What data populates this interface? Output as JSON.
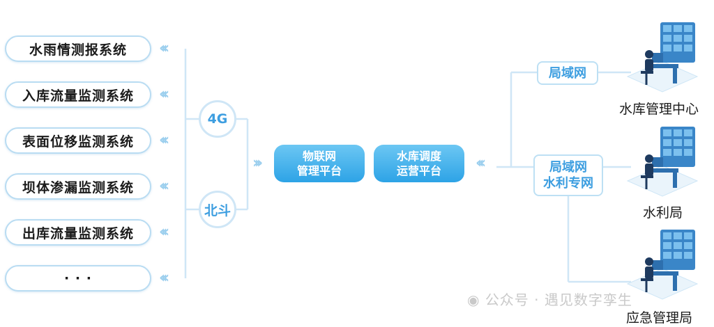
{
  "systems": [
    "水雨情测报系统",
    "入库流量监测系统",
    "表面位移监测系统",
    "坝体渗漏监测系统",
    "出库流量监测系统",
    "· · ·"
  ],
  "networks": {
    "n4g": "4G",
    "beidou": "北斗"
  },
  "platforms": {
    "iot": {
      "line1": "物联网",
      "line2": "管理平台"
    },
    "dispatch": {
      "line1": "水库调度",
      "line2": "运营平台"
    }
  },
  "lan": {
    "top": "局域网",
    "mid_line1": "局域网",
    "mid_line2": "水利专网"
  },
  "destinations": {
    "center": "水库管理中心",
    "water_bureau": "水利局",
    "emergency": "应急管理局"
  },
  "watermark": "公众号 · 遇见数字孪生",
  "colors": {
    "accent": "#3d9ee0",
    "line": "#cfe6f6",
    "chevron": "#9ccfee",
    "platform_top": "#6cc7f3",
    "platform_bottom": "#2da3e6"
  }
}
